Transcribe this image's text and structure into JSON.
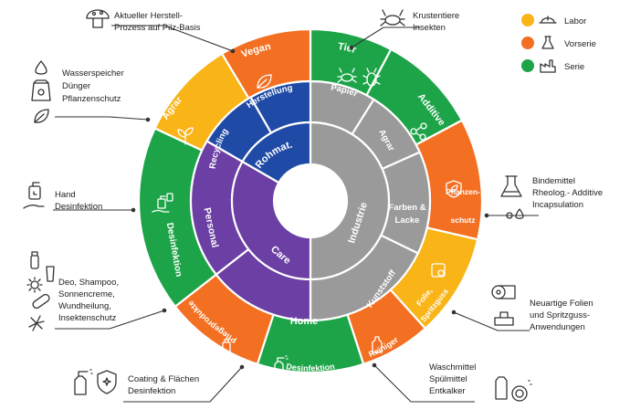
{
  "colors": {
    "labor": "#f9b418",
    "vorserie": "#f36f21",
    "serie": "#1ea448",
    "rohmat": "#1f4aa5",
    "care": "#6b3fa4",
    "industrie": "#9a9a9a",
    "line": "#333333"
  },
  "center": {
    "rohmat": "Rohmat.",
    "care": "Care",
    "industrie": "Industrie"
  },
  "middle": {
    "herstellung": "Herstellung",
    "recycling": "Recycling",
    "personal": "Personal",
    "home": "Home",
    "kunststoff": "Kunststoff",
    "farben_line1": "Farben &",
    "farben_line2": "Lacke",
    "agrar": "Agrar",
    "papier": "Papier"
  },
  "outer": {
    "tier": "Tier",
    "additive": "Additive",
    "pflanzen_line1": "Pflanzen-",
    "pflanzen_line2": "schutz",
    "folie_line1": "Folie,",
    "folie_line2": "Spritzguss",
    "reiniger": "Reiniger",
    "desinfektion_home": "Desinfektion",
    "pflegeprodukte": "Pflegeprodukte",
    "desinfektion_personal": "Desinfektion",
    "agrar": "Agrar",
    "vegan": "Vegan"
  },
  "legend": {
    "labor": "Labor",
    "vorserie": "Vorserie",
    "serie": "Serie"
  },
  "callouts": {
    "pilz_line1": "Aktueller Herstell-",
    "pilz_line2": "Prozess auf Pilz-Basis",
    "krust_line1": "Krustentiere",
    "krust_line2": "Insekten",
    "wasser_line1": "Wasserspeicher",
    "wasser_line2": "Dünger",
    "wasser_line3": "Pflanzenschutz",
    "hand_line1": "Hand",
    "hand_line2": "Desinfektion",
    "binde_line1": "Bindemittel",
    "binde_line2": "Rheolog.- Additive",
    "binde_line3": "Incapsulation",
    "deo_line1": "Deo, Shampoo,",
    "deo_line2": "Sonnencreme,",
    "deo_line3": "Wundheilung,",
    "deo_line4": "Insektenschutz",
    "folien_line1": "Neuartige Folien",
    "folien_line2": "und Spritzguss-",
    "folien_line3": "Anwendungen",
    "coat_line1": "Coating & Flächen",
    "coat_line2": "Desinfektion",
    "wasch_line1": "Waschmittel",
    "wasch_line2": "Spülmittel",
    "wasch_line3": "Entkalker"
  }
}
